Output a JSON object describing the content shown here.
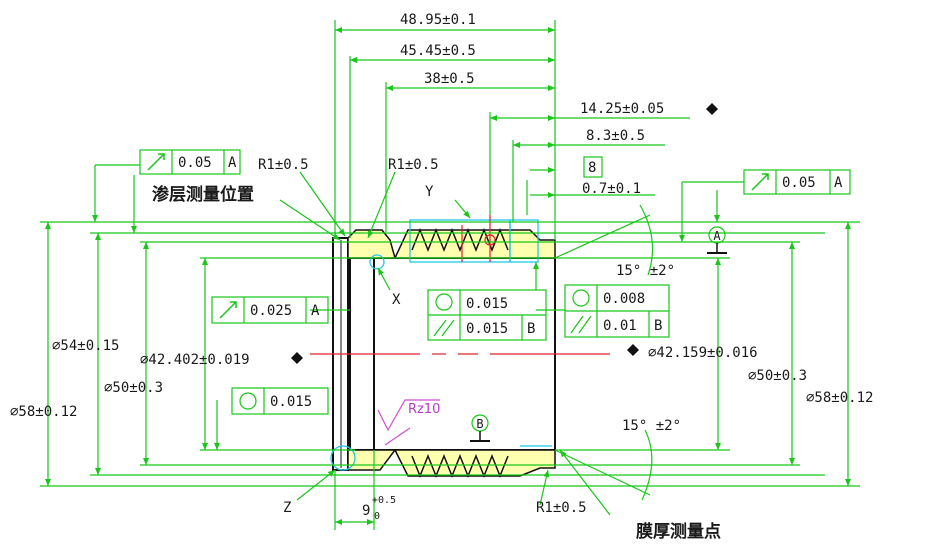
{
  "dimensions": {
    "d_48_95": "48.95±0.1",
    "d_45_45": "45.45±0.5",
    "d_38": "38±0.5",
    "d_14_25": "14.25±0.05",
    "d_8_3": "8.3±0.5",
    "d_8_box": "8",
    "d_0_7": "0.7±0.1",
    "r1_left": "R1±0.5",
    "r1_mid": "R1±0.5",
    "r1_bottom": "R1±0.5",
    "angle_top": "15°  ±2°",
    "angle_bottom": "15°  ±2°",
    "dia_54": "⌀54±0.15",
    "dia_42_402": "⌀42.402±0.019",
    "dia_50_left": "⌀50±0.3",
    "dia_58_left": "⌀58±0.12",
    "dia_42_159": "⌀42.159±0.016",
    "dia_50_right": "⌀50±0.3",
    "dia_58_right": "⌀58±0.12",
    "width_9": "9",
    "tol_upper": "+0.5",
    "tol_lower": "0"
  },
  "labels": {
    "carburized_layer": "渗层测量位置",
    "film_thickness": "膜厚测量点",
    "point_x": "X",
    "point_y": "Y",
    "point_z": "Z",
    "roughness": "Rz10",
    "datum_a": "A",
    "datum_b": "B"
  },
  "frames": {
    "runout_top_left": {
      "value": "0.05",
      "datum": "A"
    },
    "runout_top_right": {
      "value": "0.05",
      "datum": "A"
    },
    "runout_left_mid": {
      "value": "0.025",
      "datum": "A"
    },
    "round_left_low": {
      "value": "0.015"
    },
    "round_center": {
      "value": "0.015"
    },
    "parallel_center": {
      "value": "0.015",
      "datum": "B"
    },
    "round_right": {
      "value": "0.008"
    },
    "parallel_right": {
      "value": "0.01",
      "datum": "B"
    }
  },
  "colors": {
    "dimension_line": "#19c619",
    "outline": "#111111",
    "section_fill": "#ffffb0",
    "center_line": "#e0202a",
    "detail_circle": "#22c8e8",
    "roughness_mark": "#d050d0"
  },
  "icons": [
    "runout-arrow-icon",
    "circularity-icon",
    "parallelism-icon",
    "datum-marker-icon",
    "diamond-marker-icon"
  ]
}
